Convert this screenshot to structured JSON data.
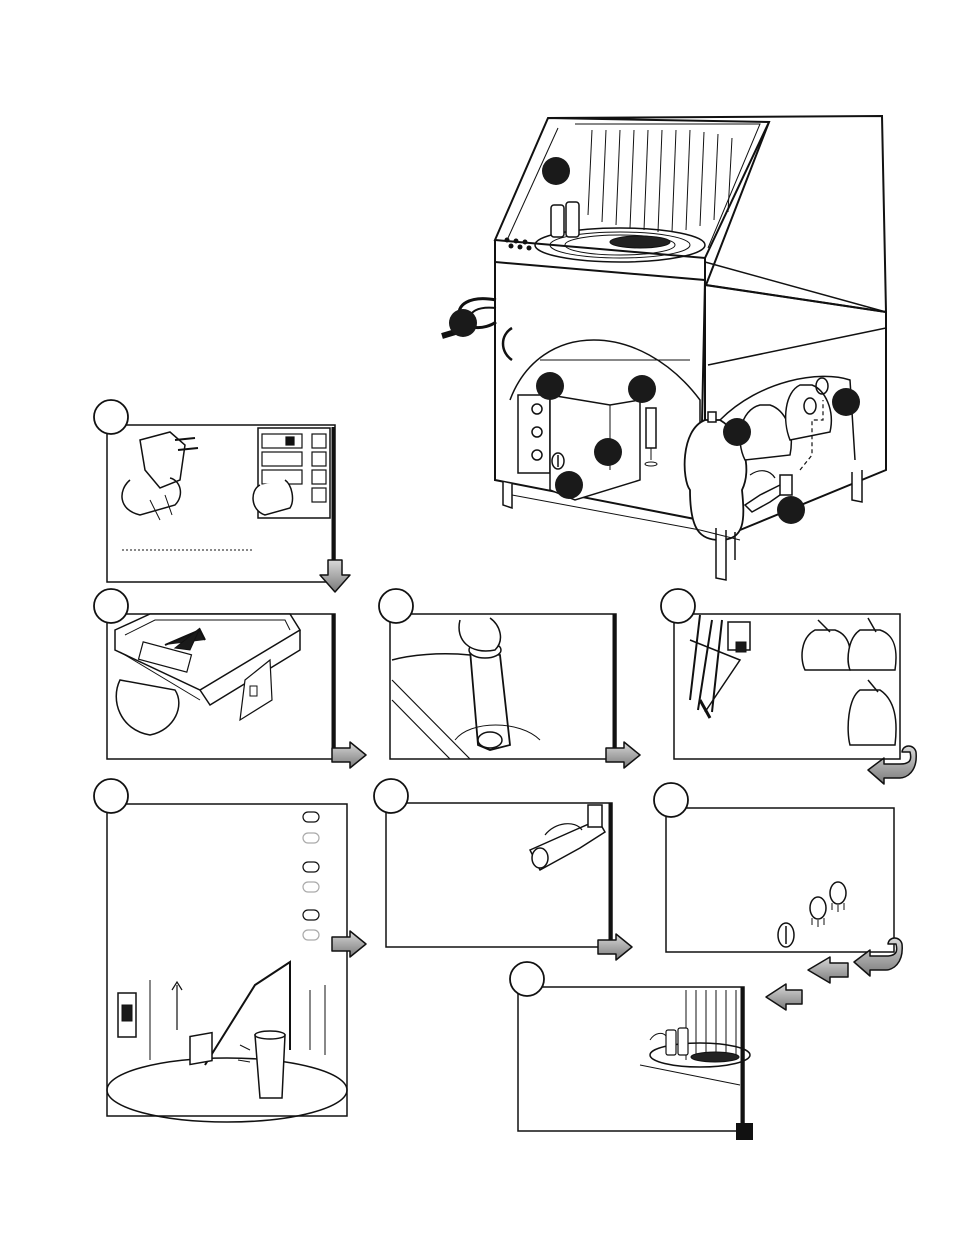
{
  "document": {
    "type": "installation-quick-start-sheet",
    "has_printed_text": false
  },
  "main_illustration": {
    "subject": "glass-washer-machine-isometric",
    "callout_count": 10
  },
  "steps": [
    {
      "depicts": "plug-and-breaker-panel"
    },
    {
      "depicts": "slide-out-tray"
    },
    {
      "depicts": "insert-tube"
    },
    {
      "depicts": "hoses-into-chemical-jugs"
    },
    {
      "depicts": "switch-and-rinse-arm-with-glass"
    },
    {
      "depicts": "water-valve-turn"
    },
    {
      "depicts": "control-knobs"
    },
    {
      "depicts": "glasses-on-rotating-rack"
    }
  ],
  "colors": {
    "ink": "#111111",
    "arrow_fill": "#9a9a9a",
    "callout_fill": "#1a1a1a",
    "paper": "#ffffff"
  }
}
